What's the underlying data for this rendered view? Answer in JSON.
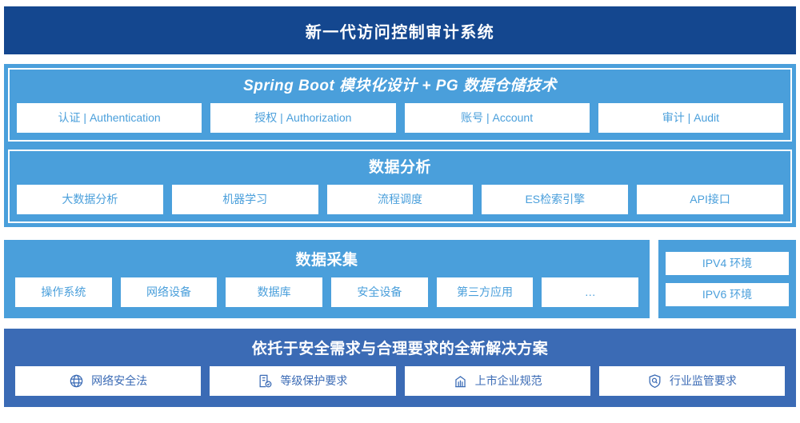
{
  "header": {
    "title": "新一代访问控制审计系统"
  },
  "sections": {
    "platform": {
      "title": "Spring Boot 模块化设计 + PG 数据仓储技术",
      "cards": [
        {
          "label": "认证 | Authentication"
        },
        {
          "label": "授权 | Authorization"
        },
        {
          "label": "账号 | Account"
        },
        {
          "label": "审计 | Audit"
        }
      ]
    },
    "analysis": {
      "title": "数据分析",
      "cards": [
        {
          "label": "大数据分析"
        },
        {
          "label": "机器学习"
        },
        {
          "label": "流程调度"
        },
        {
          "label": "ES检索引擎"
        },
        {
          "label": "API接口"
        }
      ]
    },
    "collection": {
      "title": "数据采集",
      "cards": [
        {
          "label": "操作系统"
        },
        {
          "label": "网络设备"
        },
        {
          "label": "数据库"
        },
        {
          "label": "安全设备"
        },
        {
          "label": "第三方应用"
        },
        {
          "label": "…"
        }
      ]
    },
    "environments": {
      "cards": [
        {
          "label": "IPV4 环境"
        },
        {
          "label": "IPV6 环境"
        }
      ]
    },
    "compliance": {
      "title": "依托于安全需求与合理要求的全新解决方案",
      "cards": [
        {
          "label": "网络安全法",
          "icon": "globe-icon"
        },
        {
          "label": "等级保护要求",
          "icon": "document-check-icon"
        },
        {
          "label": "上市企业规范",
          "icon": "bank-building-icon"
        },
        {
          "label": "行业监管要求",
          "icon": "shield-search-icon"
        }
      ]
    }
  },
  "colors": {
    "title_bar": "#14478f",
    "panel_blue": "#4a9fdb",
    "panel_dark_blue": "#3b6bb5",
    "card_bg": "#ffffff",
    "page_bg": "#ffffff"
  }
}
